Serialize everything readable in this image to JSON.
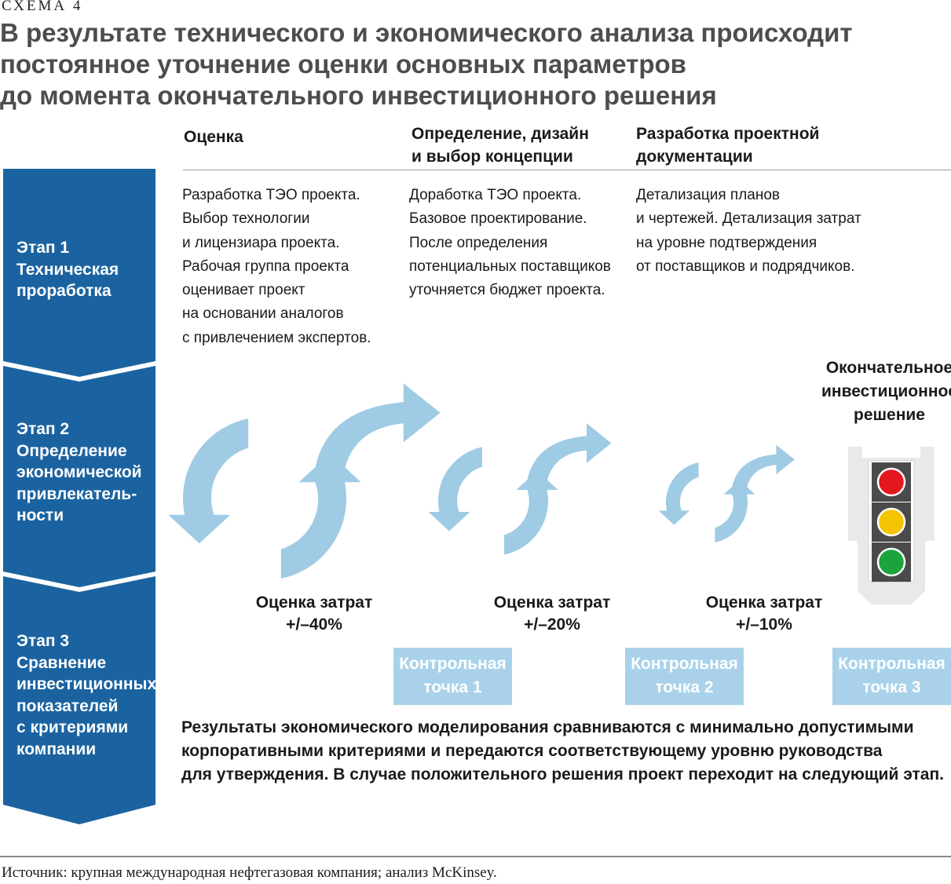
{
  "scheme_label": "СХЕМА 4",
  "title_lines": [
    "В результате технического и экономического анализа происходит",
    "постоянное уточнение оценки основных параметров",
    "до момента окончательного инвестиционного решения"
  ],
  "columns": [
    {
      "header_lines": [
        "Оценка"
      ],
      "text_lines": [
        "Разработка ТЭО проекта.",
        "Выбор технологии",
        "и лицензиара проекта.",
        "Рабочая группа проекта",
        "оценивает проект",
        "на основании аналогов",
        "с привлечением экспертов."
      ]
    },
    {
      "header_lines": [
        "Определение, дизайн",
        "и выбор концепции"
      ],
      "text_lines": [
        "Доработка ТЭО проекта.",
        "Базовое проектирование.",
        "После определения",
        "потенциальных поставщиков",
        "уточняется бюджет проекта."
      ]
    },
    {
      "header_lines": [
        "Разработка проектной",
        "документации"
      ],
      "text_lines": [
        "Детализация планов",
        "и чертежей. Детализация затрат",
        "на уровне подтверждения",
        "от поставщиков и подрядчиков."
      ]
    }
  ],
  "stages": [
    {
      "lines": [
        "Этап 1",
        "Техническая",
        "проработка"
      ]
    },
    {
      "lines": [
        "Этап 2",
        "Определение",
        "экономической",
        "привлекатель-",
        "ности"
      ]
    },
    {
      "lines": [
        "Этап 3",
        "Сравнение",
        "инвестиционных",
        "показателей",
        "с критериями",
        "компании"
      ]
    }
  ],
  "cost_estimates": [
    {
      "label": "Оценка затрат",
      "value": "+/–40%"
    },
    {
      "label": "Оценка затрат",
      "value": "+/–20%"
    },
    {
      "label": "Оценка затрат",
      "value": "+/–10%"
    }
  ],
  "checkpoints": [
    {
      "lines": [
        "Контрольная",
        "точка 1"
      ]
    },
    {
      "lines": [
        "Контрольная",
        "точка 2"
      ]
    },
    {
      "lines": [
        "Контрольная",
        "точка 3"
      ]
    }
  ],
  "final_decision_lines": [
    "Окончательное",
    "инвестиционное",
    "решение"
  ],
  "summary_lines": [
    "Результаты экономического моделирования сравниваются с минимально допустимыми",
    "корпоративными критериями и передаются соответствующему уровню руководства",
    "для утверждения. В случае положительного решения проект переходит на следующий этап."
  ],
  "source": "Источник: крупная международная нефтегазовая компания; анализ McKinsey.",
  "colors": {
    "stage_blue": "#1b63a0",
    "arrow_light_blue": "#9fcbe4",
    "checkpoint_blue": "#a9d2ea",
    "traffic_red": "#e4171f",
    "traffic_yellow": "#f5c400",
    "traffic_green": "#1da33b"
  },
  "icons": [
    "cycle-arrow-icon",
    "traffic-light-icon"
  ]
}
